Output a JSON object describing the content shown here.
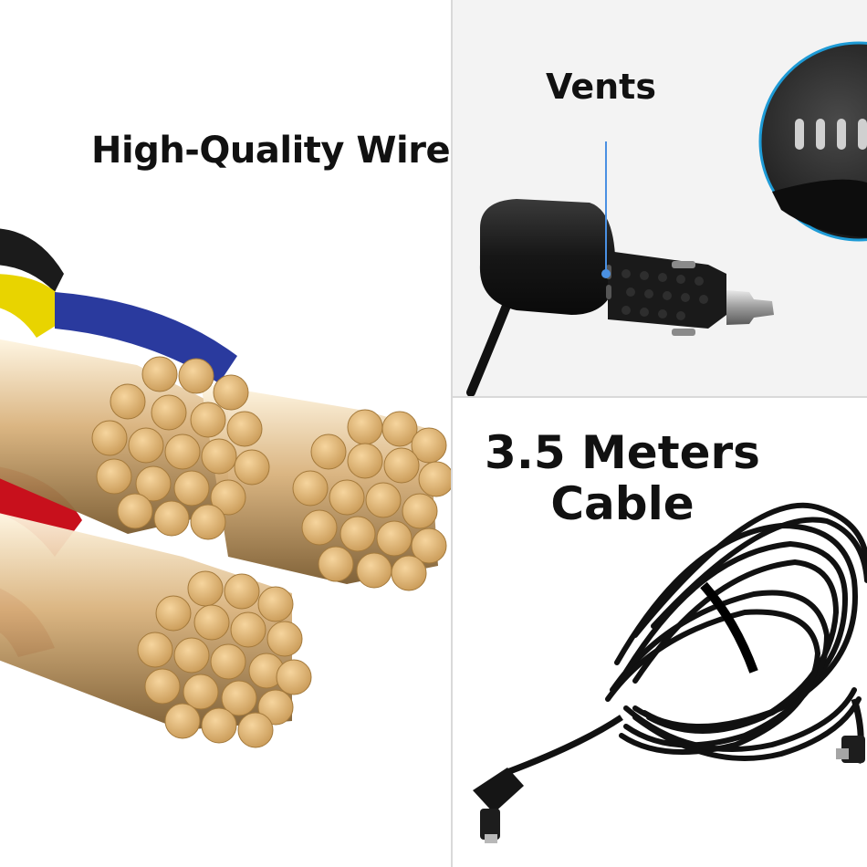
{
  "panels": {
    "wire": {
      "caption": "High-Quality Wire"
    },
    "vents": {
      "caption": "Vents"
    },
    "cable": {
      "caption_line1": "3.5 Meters",
      "caption_line2": "Cable"
    }
  },
  "icons": {
    "wire": "copper-strand-bundle-photo",
    "charger": "car-charger-plug-photo",
    "vent_zoom": "vent-closeup-photo",
    "cable": "coiled-cable-photo"
  },
  "colors": {
    "background": "#ffffff",
    "caption_text": "#111111",
    "copper": "#e8b873",
    "insulation_yellow": "#e8d400",
    "insulation_blue": "#2a3a9e",
    "insulation_red": "#c8101c",
    "charger_body": "#1a1a1a",
    "pointer": "#4a90e2"
  }
}
